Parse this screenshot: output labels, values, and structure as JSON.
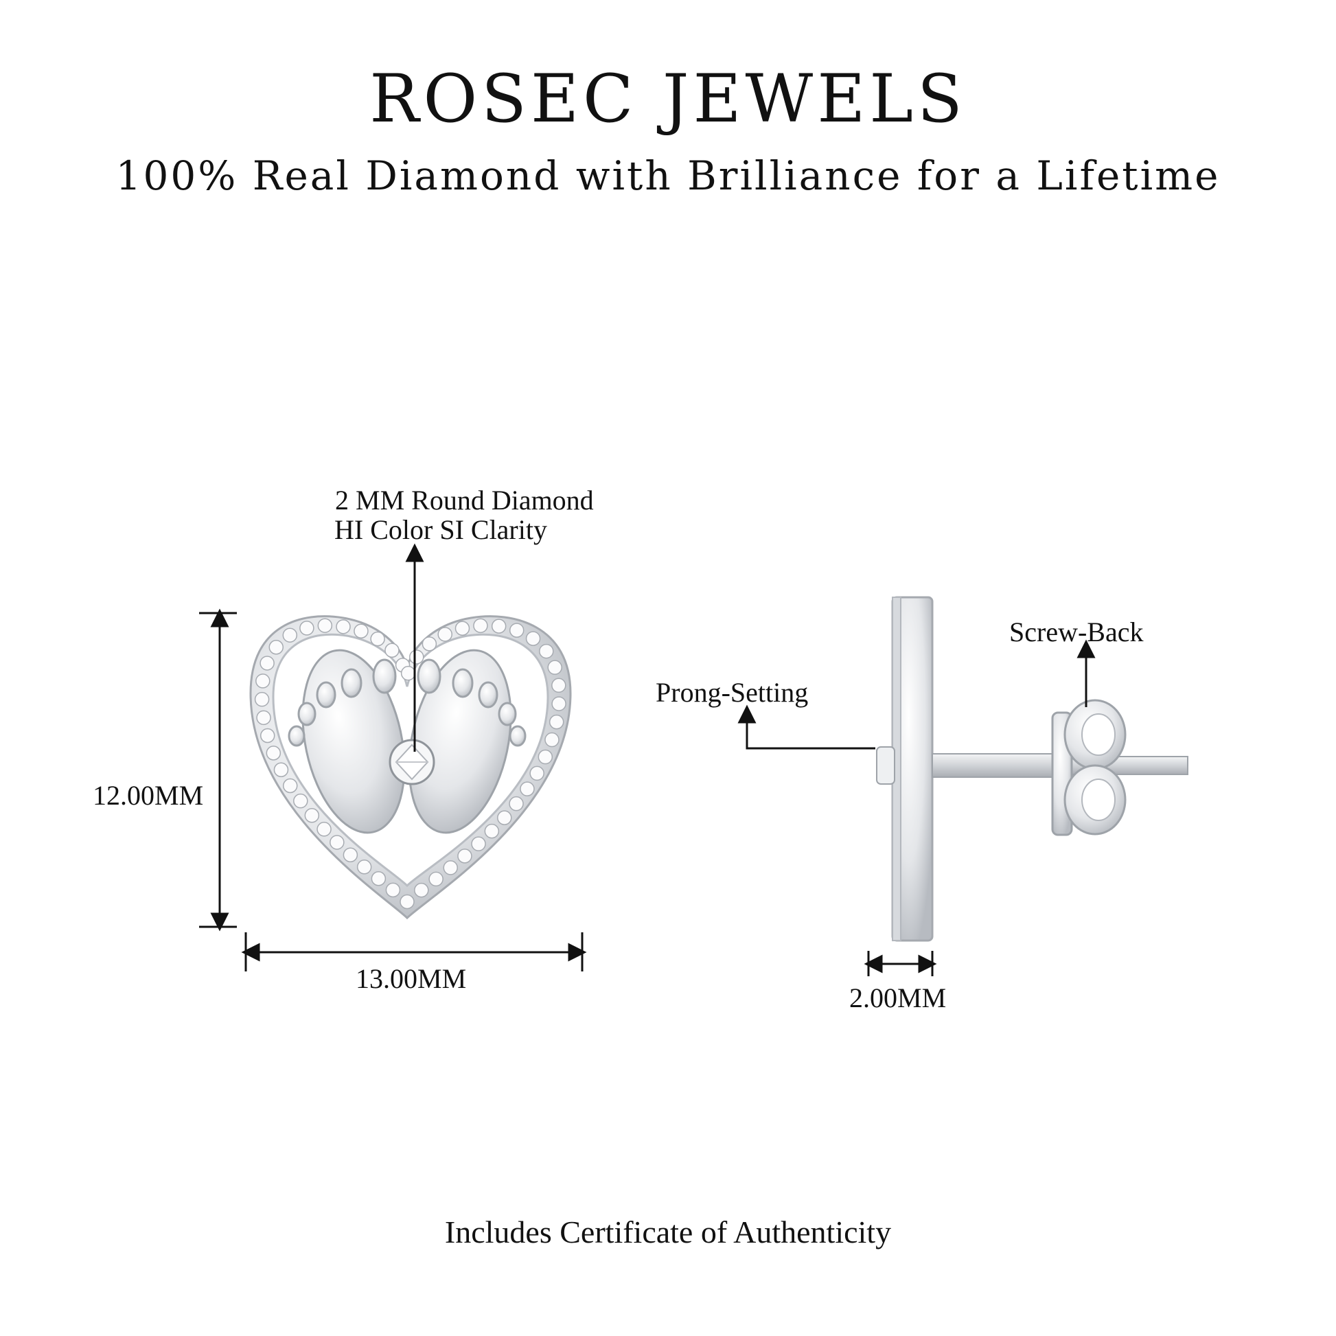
{
  "brand": {
    "title": "ROSEC JEWELS"
  },
  "tagline": "100% Real Diamond with Brilliance for a Lifetime",
  "front_view": {
    "center_stone_line1": "2 MM Round Diamond",
    "center_stone_line2": "HI Color SI Clarity",
    "height_label": "12.00MM",
    "width_label": "13.00MM"
  },
  "side_view": {
    "prong_label": "Prong-Setting",
    "back_label": "Screw-Back",
    "depth_label": "2.00MM"
  },
  "footer": "Includes Certificate of Authenticity",
  "colors": {
    "metal": "#e6e8eb",
    "metal_shadow": "#b9bdc3",
    "ink": "#111111",
    "background": "#ffffff"
  }
}
